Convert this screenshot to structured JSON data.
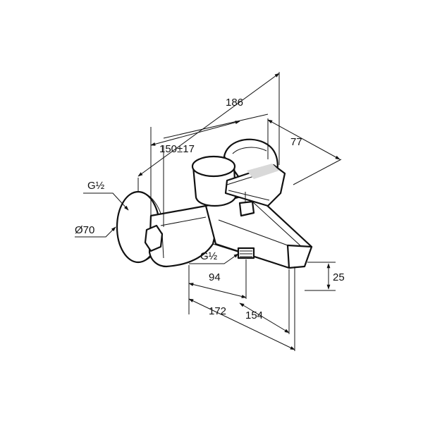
{
  "labels": {
    "dim_186": "186",
    "dim_150": "150±17",
    "dim_77": "77",
    "thread_inlet": "G½",
    "diameter_rosette": "Ø70",
    "thread_outlet": "G½",
    "dim_94": "94",
    "dim_25": "25",
    "dim_172": "172",
    "dim_154": "154"
  }
}
